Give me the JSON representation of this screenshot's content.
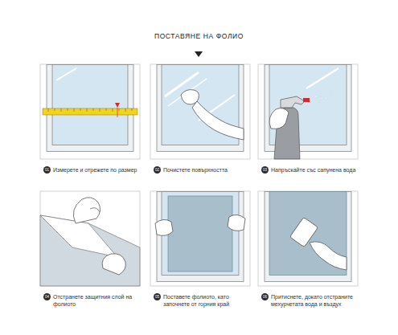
{
  "diagram": {
    "title": "ПОСТАВЯНЕ НА ФОЛИО",
    "nodes": [
      {
        "text": [
          "01",
          "Измерете и отрежете по размер"
        ]
      },
      {
        "text": [
          "02",
          "Почистете повърхността"
        ]
      },
      {
        "text": [
          "03",
          "Напръскайте със сапунена вода"
        ]
      },
      {
        "text": [
          "04",
          "Отстранете защитния слой на фолиото"
        ]
      },
      {
        "text": [
          "05",
          "Поставете фолиото, като започнете от горния край"
        ]
      },
      {
        "text": [
          "06",
          "Притиснете, докато отстраните мехурчетата вода и въздух"
        ]
      }
    ]
  }
}
